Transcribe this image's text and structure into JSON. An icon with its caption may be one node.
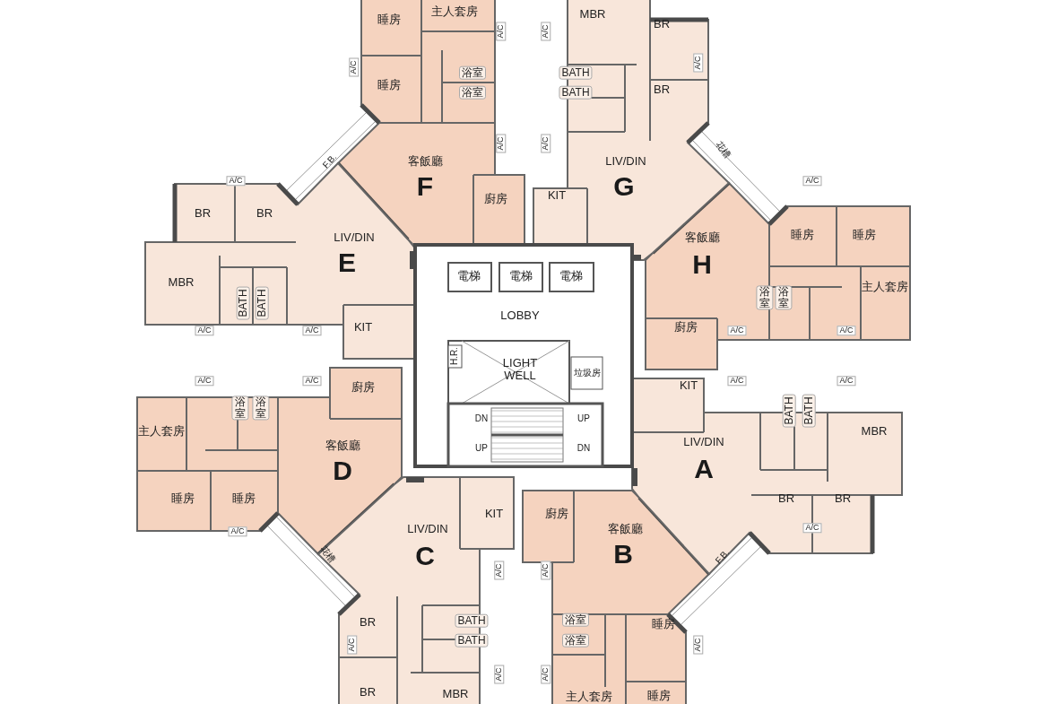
{
  "diagram": {
    "labels": [
      "睡房",
      "主人套房",
      "MBR",
      "BR",
      "A/C",
      "A/C",
      "A/C",
      "A/C",
      "浴室",
      "BATH",
      "睡房",
      "BR",
      "浴室",
      "BATH",
      "A/C",
      "A/C",
      "花槽",
      "F.B.",
      "客飯廳",
      "LIV/DIN",
      "F",
      "G",
      "A/C",
      "A/C",
      "廚房",
      "KIT",
      "BR",
      "BR",
      "睡房",
      "睡房",
      "LIV/DIN",
      "客飯廳",
      "E",
      "H",
      "電梯",
      "電梯",
      "電梯",
      "MBR",
      "主人套房",
      "BATH",
      "BATH",
      "浴室",
      "浴室",
      "LOBBY",
      "KIT",
      "廚房",
      "A/C",
      "A/C",
      "A/C",
      "A/C",
      "H.R.",
      "LIGHT WELL",
      "垃圾房",
      "A/C",
      "A/C",
      "A/C",
      "A/C",
      "廚房",
      "KIT",
      "浴室",
      "浴室",
      "BATH",
      "BATH",
      "DN",
      "UP",
      "主人套房",
      "MBR",
      "客飯廳",
      "LIV/DIN",
      "UP",
      "DN",
      "D",
      "A",
      "睡房",
      "睡房",
      "BR",
      "BR",
      "KIT",
      "廚房",
      "A/C",
      "LIV/DIN",
      "客飯廳",
      "A/C",
      "花槽",
      "C",
      "B",
      "F.B.",
      "A/C",
      "A/C",
      "BR",
      "BATH",
      "浴室",
      "睡房",
      "A/C",
      "BATH",
      "浴室",
      "A/C",
      "A/C",
      "A/C",
      "BR",
      "MBR",
      "主人套房",
      "睡房"
    ]
  }
}
